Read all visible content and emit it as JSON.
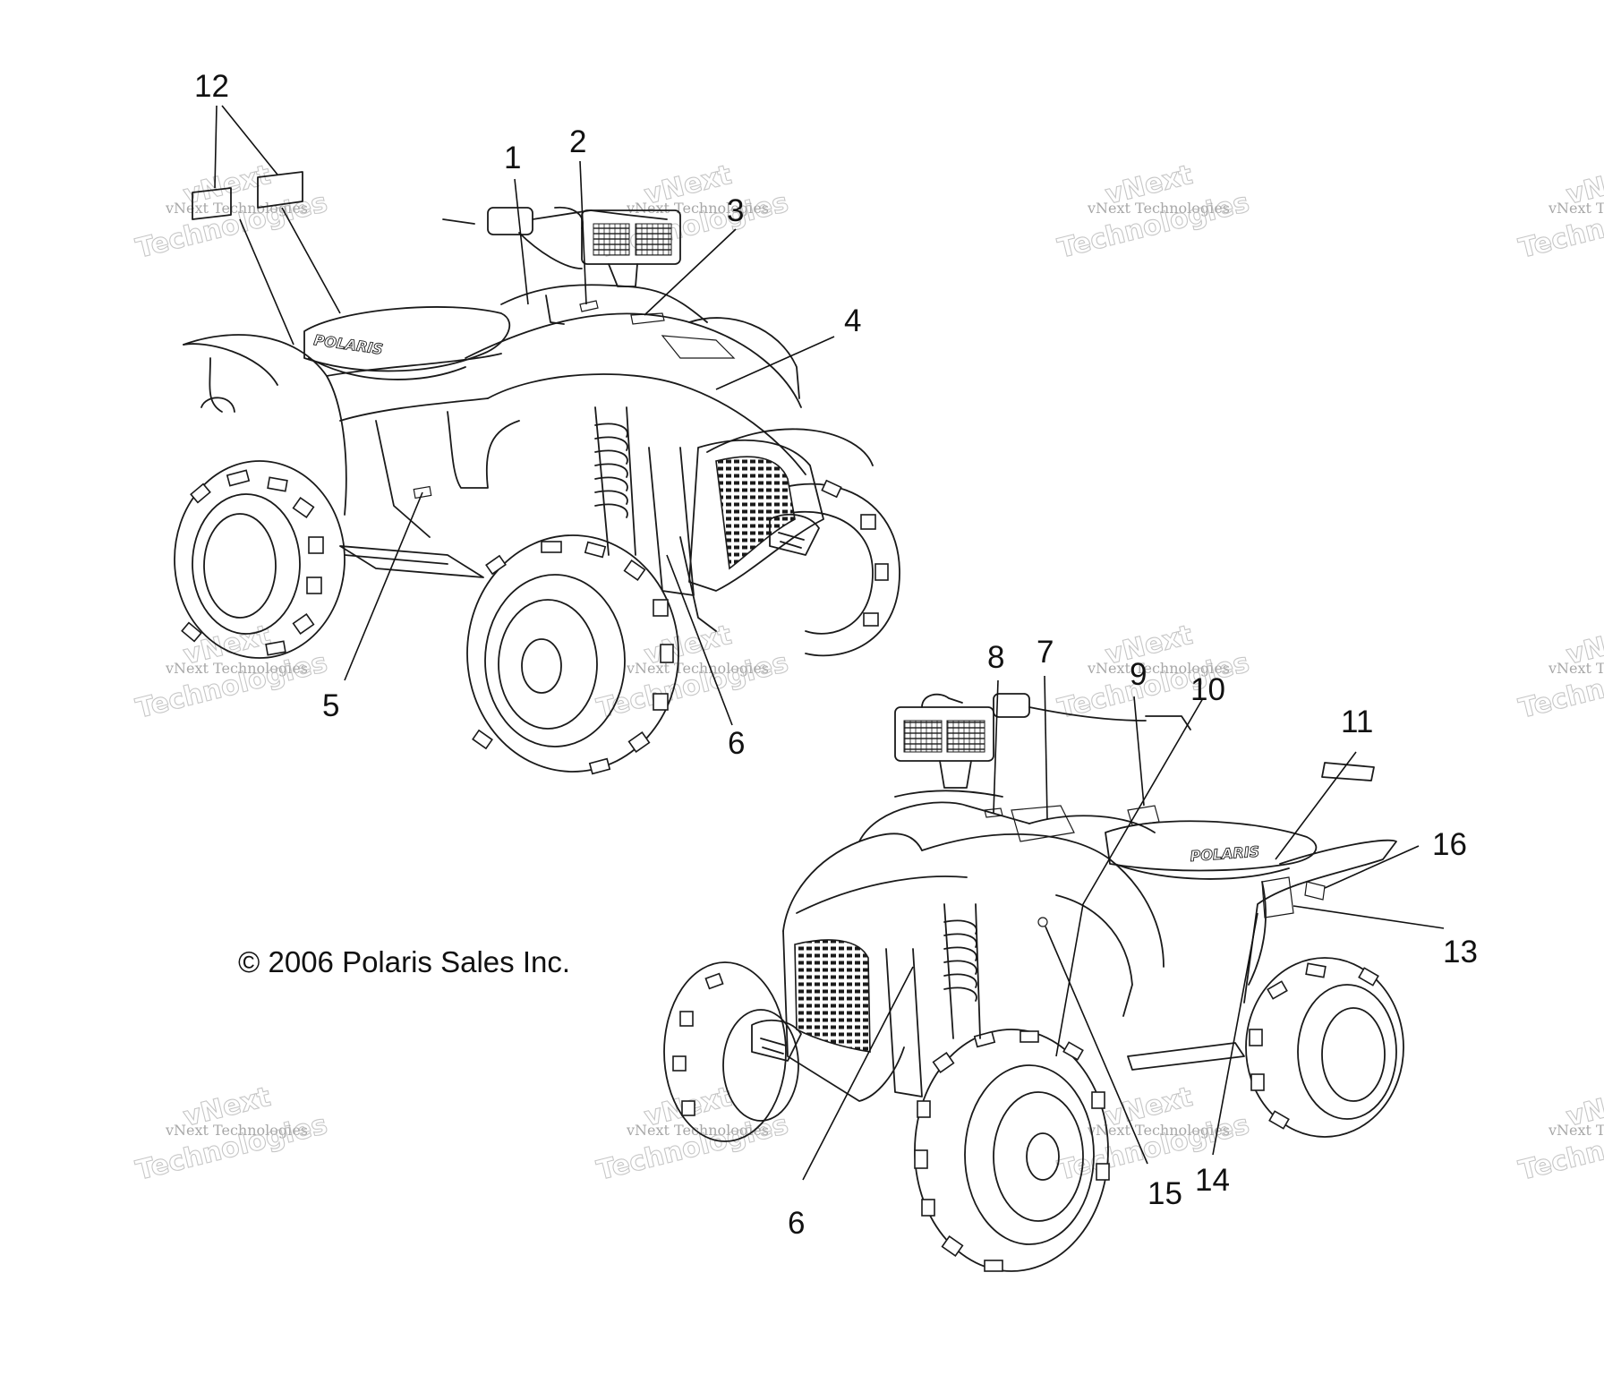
{
  "copyright": "© 2006 Polaris Sales Inc.",
  "brand_decal": "POLARIS",
  "watermark": {
    "line_small": "vNext Technologies",
    "line_big_top": "vNext",
    "line_big_bottom": "Technologies"
  },
  "callouts": {
    "c1": "1",
    "c2": "2",
    "c3": "3",
    "c4": "4",
    "c5": "5",
    "c6a": "6",
    "c12": "12",
    "c6b": "6",
    "c7": "7",
    "c8": "8",
    "c9": "9",
    "c10": "10",
    "c11": "11",
    "c13": "13",
    "c14": "14",
    "c15": "15",
    "c16": "16"
  },
  "colors": {
    "line": "#1a1a1a",
    "background": "#ffffff",
    "watermark": "#8a8a8a"
  }
}
